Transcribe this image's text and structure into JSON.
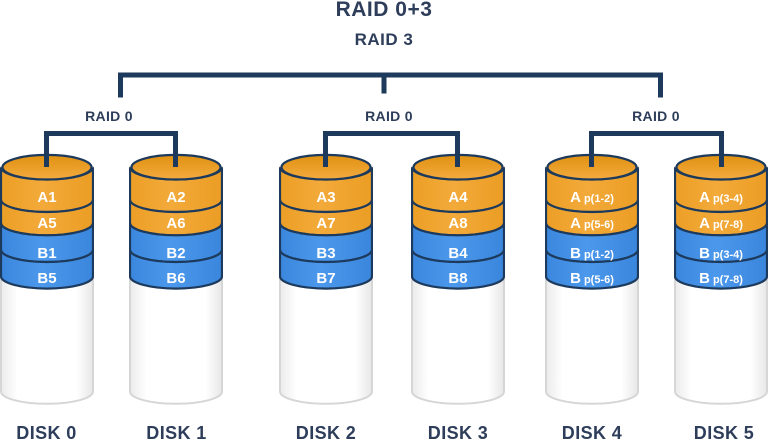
{
  "header": {
    "title": "RAID 0+3",
    "subtitle": "RAID 3"
  },
  "groups": [
    {
      "label": "RAID 0"
    },
    {
      "label": "RAID 0"
    },
    {
      "label": "RAID 0"
    }
  ],
  "disks": [
    {
      "name": "DISK 0",
      "bands": [
        {
          "main": "A1",
          "sub": ""
        },
        {
          "main": "A5",
          "sub": ""
        },
        {
          "main": "B1",
          "sub": ""
        },
        {
          "main": "B5",
          "sub": ""
        }
      ]
    },
    {
      "name": "DISK 1",
      "bands": [
        {
          "main": "A2",
          "sub": ""
        },
        {
          "main": "A6",
          "sub": ""
        },
        {
          "main": "B2",
          "sub": ""
        },
        {
          "main": "B6",
          "sub": ""
        }
      ]
    },
    {
      "name": "DISK 2",
      "bands": [
        {
          "main": "A3",
          "sub": ""
        },
        {
          "main": "A7",
          "sub": ""
        },
        {
          "main": "B3",
          "sub": ""
        },
        {
          "main": "B7",
          "sub": ""
        }
      ]
    },
    {
      "name": "DISK 3",
      "bands": [
        {
          "main": "A4",
          "sub": ""
        },
        {
          "main": "A8",
          "sub": ""
        },
        {
          "main": "B4",
          "sub": ""
        },
        {
          "main": "B8",
          "sub": ""
        }
      ]
    },
    {
      "name": "DISK 4",
      "bands": [
        {
          "main": "A",
          "sub": "p(1-2)"
        },
        {
          "main": "A",
          "sub": "p(5-6)"
        },
        {
          "main": "B",
          "sub": "p(1-2)"
        },
        {
          "main": "B",
          "sub": "p(5-6)"
        }
      ]
    },
    {
      "name": "DISK 5",
      "bands": [
        {
          "main": "A",
          "sub": "p(3-4)"
        },
        {
          "main": "A",
          "sub": "p(7-8)"
        },
        {
          "main": "B",
          "sub": "p(3-4)"
        },
        {
          "main": "B",
          "sub": "p(7-8)"
        }
      ]
    }
  ],
  "colors": {
    "navy_line": "#1d3a5c",
    "title_text": "#2d3d5a",
    "band_orange": "#f0a735",
    "band_blue": "#4392e7",
    "disk_top_orange": "#e6981a",
    "body_white": "#fdfdfd"
  }
}
